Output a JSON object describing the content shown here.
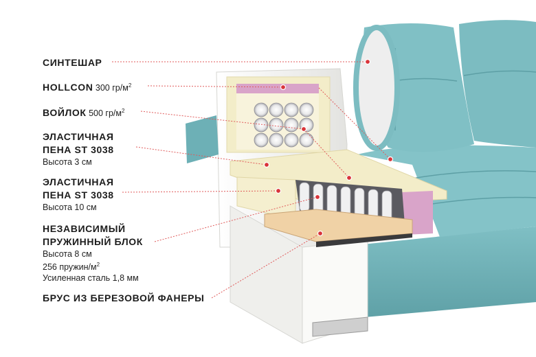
{
  "labels": {
    "sintepon": {
      "title": "СИНТЕШАР"
    },
    "hollcon": {
      "title": "HOLLCON",
      "density": "300 гр/м",
      "sup": "2"
    },
    "voilok": {
      "title": "ВОЙЛОК",
      "density": "500 гр/м",
      "sup": "2"
    },
    "foam1": {
      "line1": "ЭЛАСТИЧНАЯ",
      "line2": "ПЕНА ST 3038",
      "height": "Высота 3 см"
    },
    "foam2": {
      "line1": "ЭЛАСТИЧНАЯ",
      "line2": "ПЕНА ST 3038",
      "height": "Высота 10 см"
    },
    "spring": {
      "line1": "НЕЗАВИСИМЫЙ",
      "line2": "ПРУЖИННЫЙ БЛОК",
      "height": "Высота 8 см",
      "count": "256 пружин/м",
      "count_sup": "2",
      "steel": "Усиленная сталь 1,8 мм"
    },
    "brus": {
      "title": "БРУС ИЗ БЕРЕЗОВОЙ ФАНЕРЫ"
    }
  },
  "colors": {
    "fabric": "#74b6bc",
    "fabric_dark": "#5a9da3",
    "leader": "#e05a5a",
    "dot": "#d9343a",
    "foam": "#f3edc9",
    "pink": "#d9a4c9",
    "wood": "#f0d2a6",
    "leather": "#f4f4f2"
  }
}
